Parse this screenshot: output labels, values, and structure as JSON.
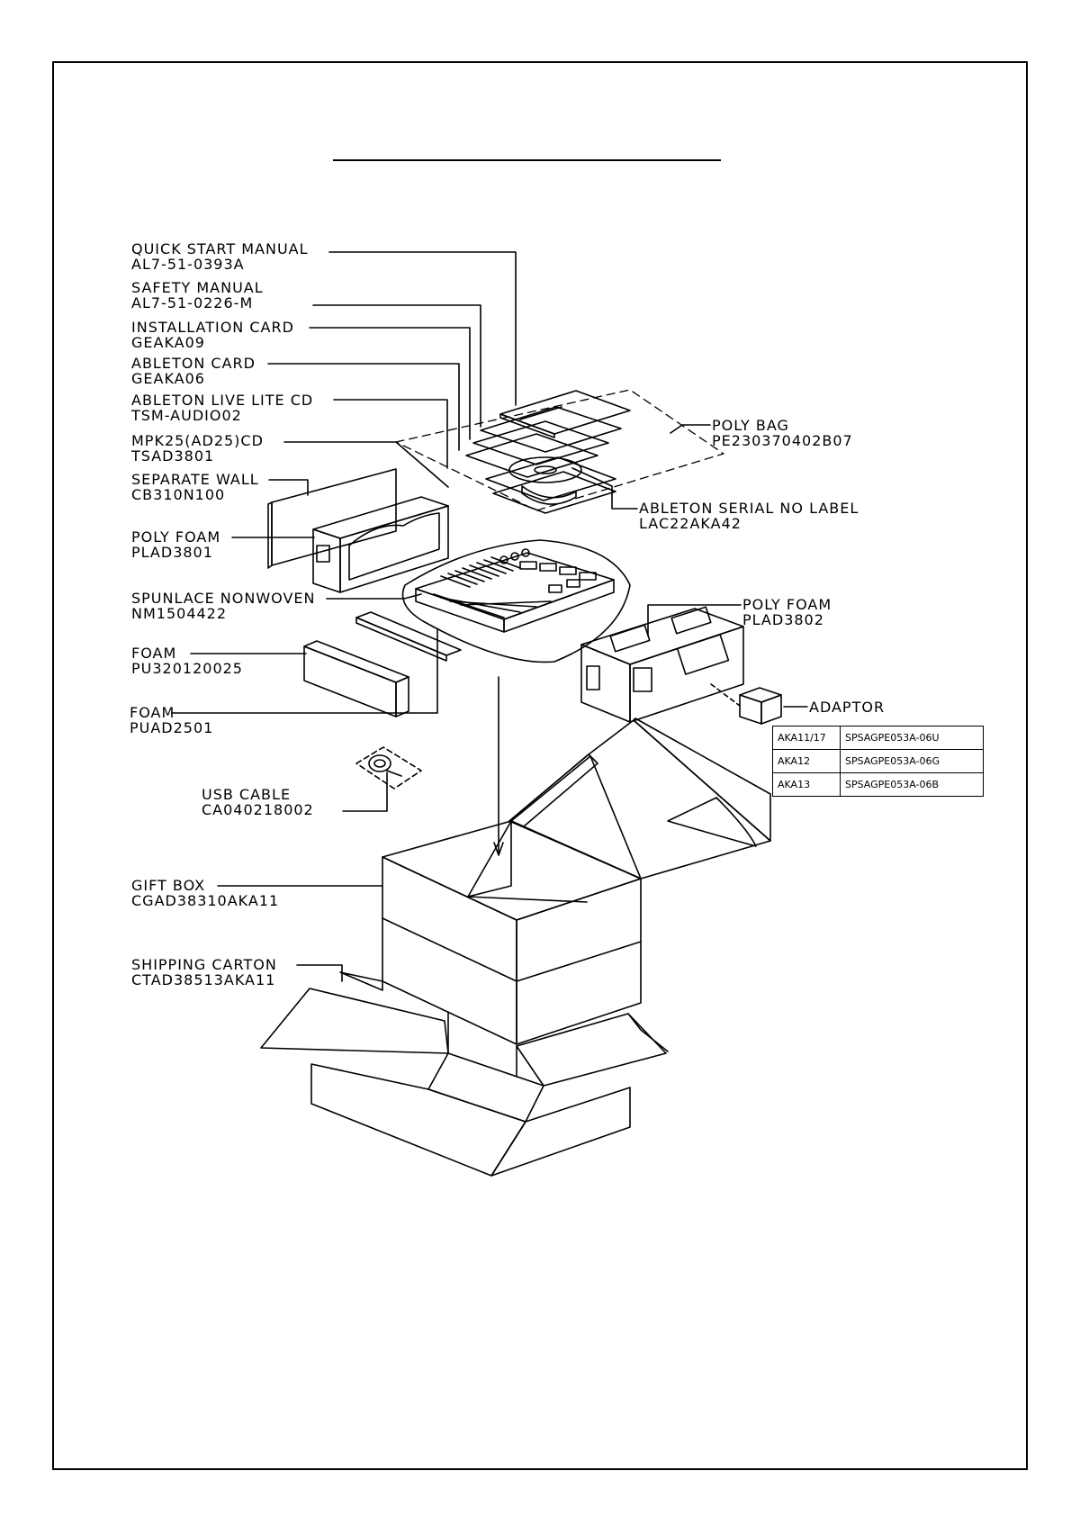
{
  "labels": {
    "quick_start": {
      "name": "QUICK START MANUAL",
      "code": "AL7-51-0393A"
    },
    "safety": {
      "name": "SAFETY MANUAL",
      "code": "AL7-51-0226-M"
    },
    "installation": {
      "name": "INSTALLATION CARD",
      "code": "GEAKA09"
    },
    "ableton_card": {
      "name": "ABLETON CARD",
      "code": "GEAKA06"
    },
    "ableton_live": {
      "name": "ABLETON LIVE LITE CD",
      "code": "TSM-AUDIO02"
    },
    "mpk_cd": {
      "name": "MPK25(AD25)CD",
      "code": "TSAD3801"
    },
    "separate_wall": {
      "name": "SEPARATE WALL",
      "code": "CB310N100"
    },
    "poly_foam_left": {
      "name": "POLY FOAM",
      "code": "PLAD3801"
    },
    "spunlace": {
      "name": "SPUNLACE NONWOVEN",
      "code": "NM1504422"
    },
    "foam1": {
      "name": "FOAM",
      "code": "PU320120025"
    },
    "foam2": {
      "name": "FOAM",
      "code": "PUAD2501"
    },
    "usb": {
      "name": "USB CABLE",
      "code": "CA040218002"
    },
    "gift_box": {
      "name": "GIFT BOX",
      "code": "CGAD38310AKA11"
    },
    "shipping": {
      "name": "SHIPPING CARTON",
      "code": "CTAD38513AKA11"
    },
    "poly_bag": {
      "name": "POLY BAG",
      "code": "PE230370402B07"
    },
    "serial_label": {
      "name": "ABLETON SERIAL NO LABEL",
      "code": "LAC22AKA42"
    },
    "poly_foam_right": {
      "name": "POLY FOAM",
      "code": "PLAD3802"
    },
    "adaptor": {
      "name": "ADAPTOR"
    }
  },
  "adaptor_table": [
    {
      "model": "AKA11/17",
      "part": "SPSAGPE053A-06U"
    },
    {
      "model": "AKA12",
      "part": "SPSAGPE053A-06G"
    },
    {
      "model": "AKA13",
      "part": "SPSAGPE053A-06B"
    }
  ]
}
